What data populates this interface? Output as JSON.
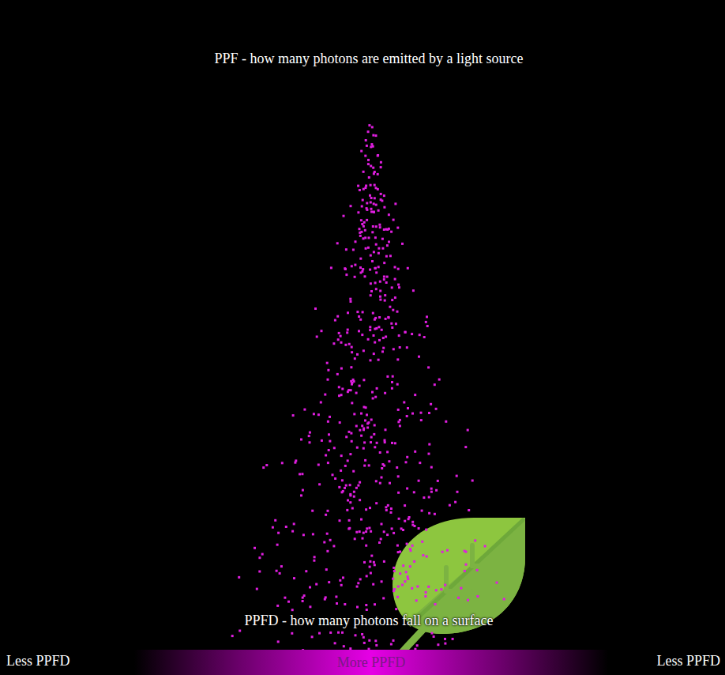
{
  "diagram": {
    "title": "PPF - how many photons are emitted by a light source",
    "nodes": [
      {
        "text": [
          "More PPFD"
        ]
      }
    ],
    "labels": [
      "PPFD - how many photons fall on a surface",
      "Less PPFD",
      "Less PPFD"
    ]
  }
}
